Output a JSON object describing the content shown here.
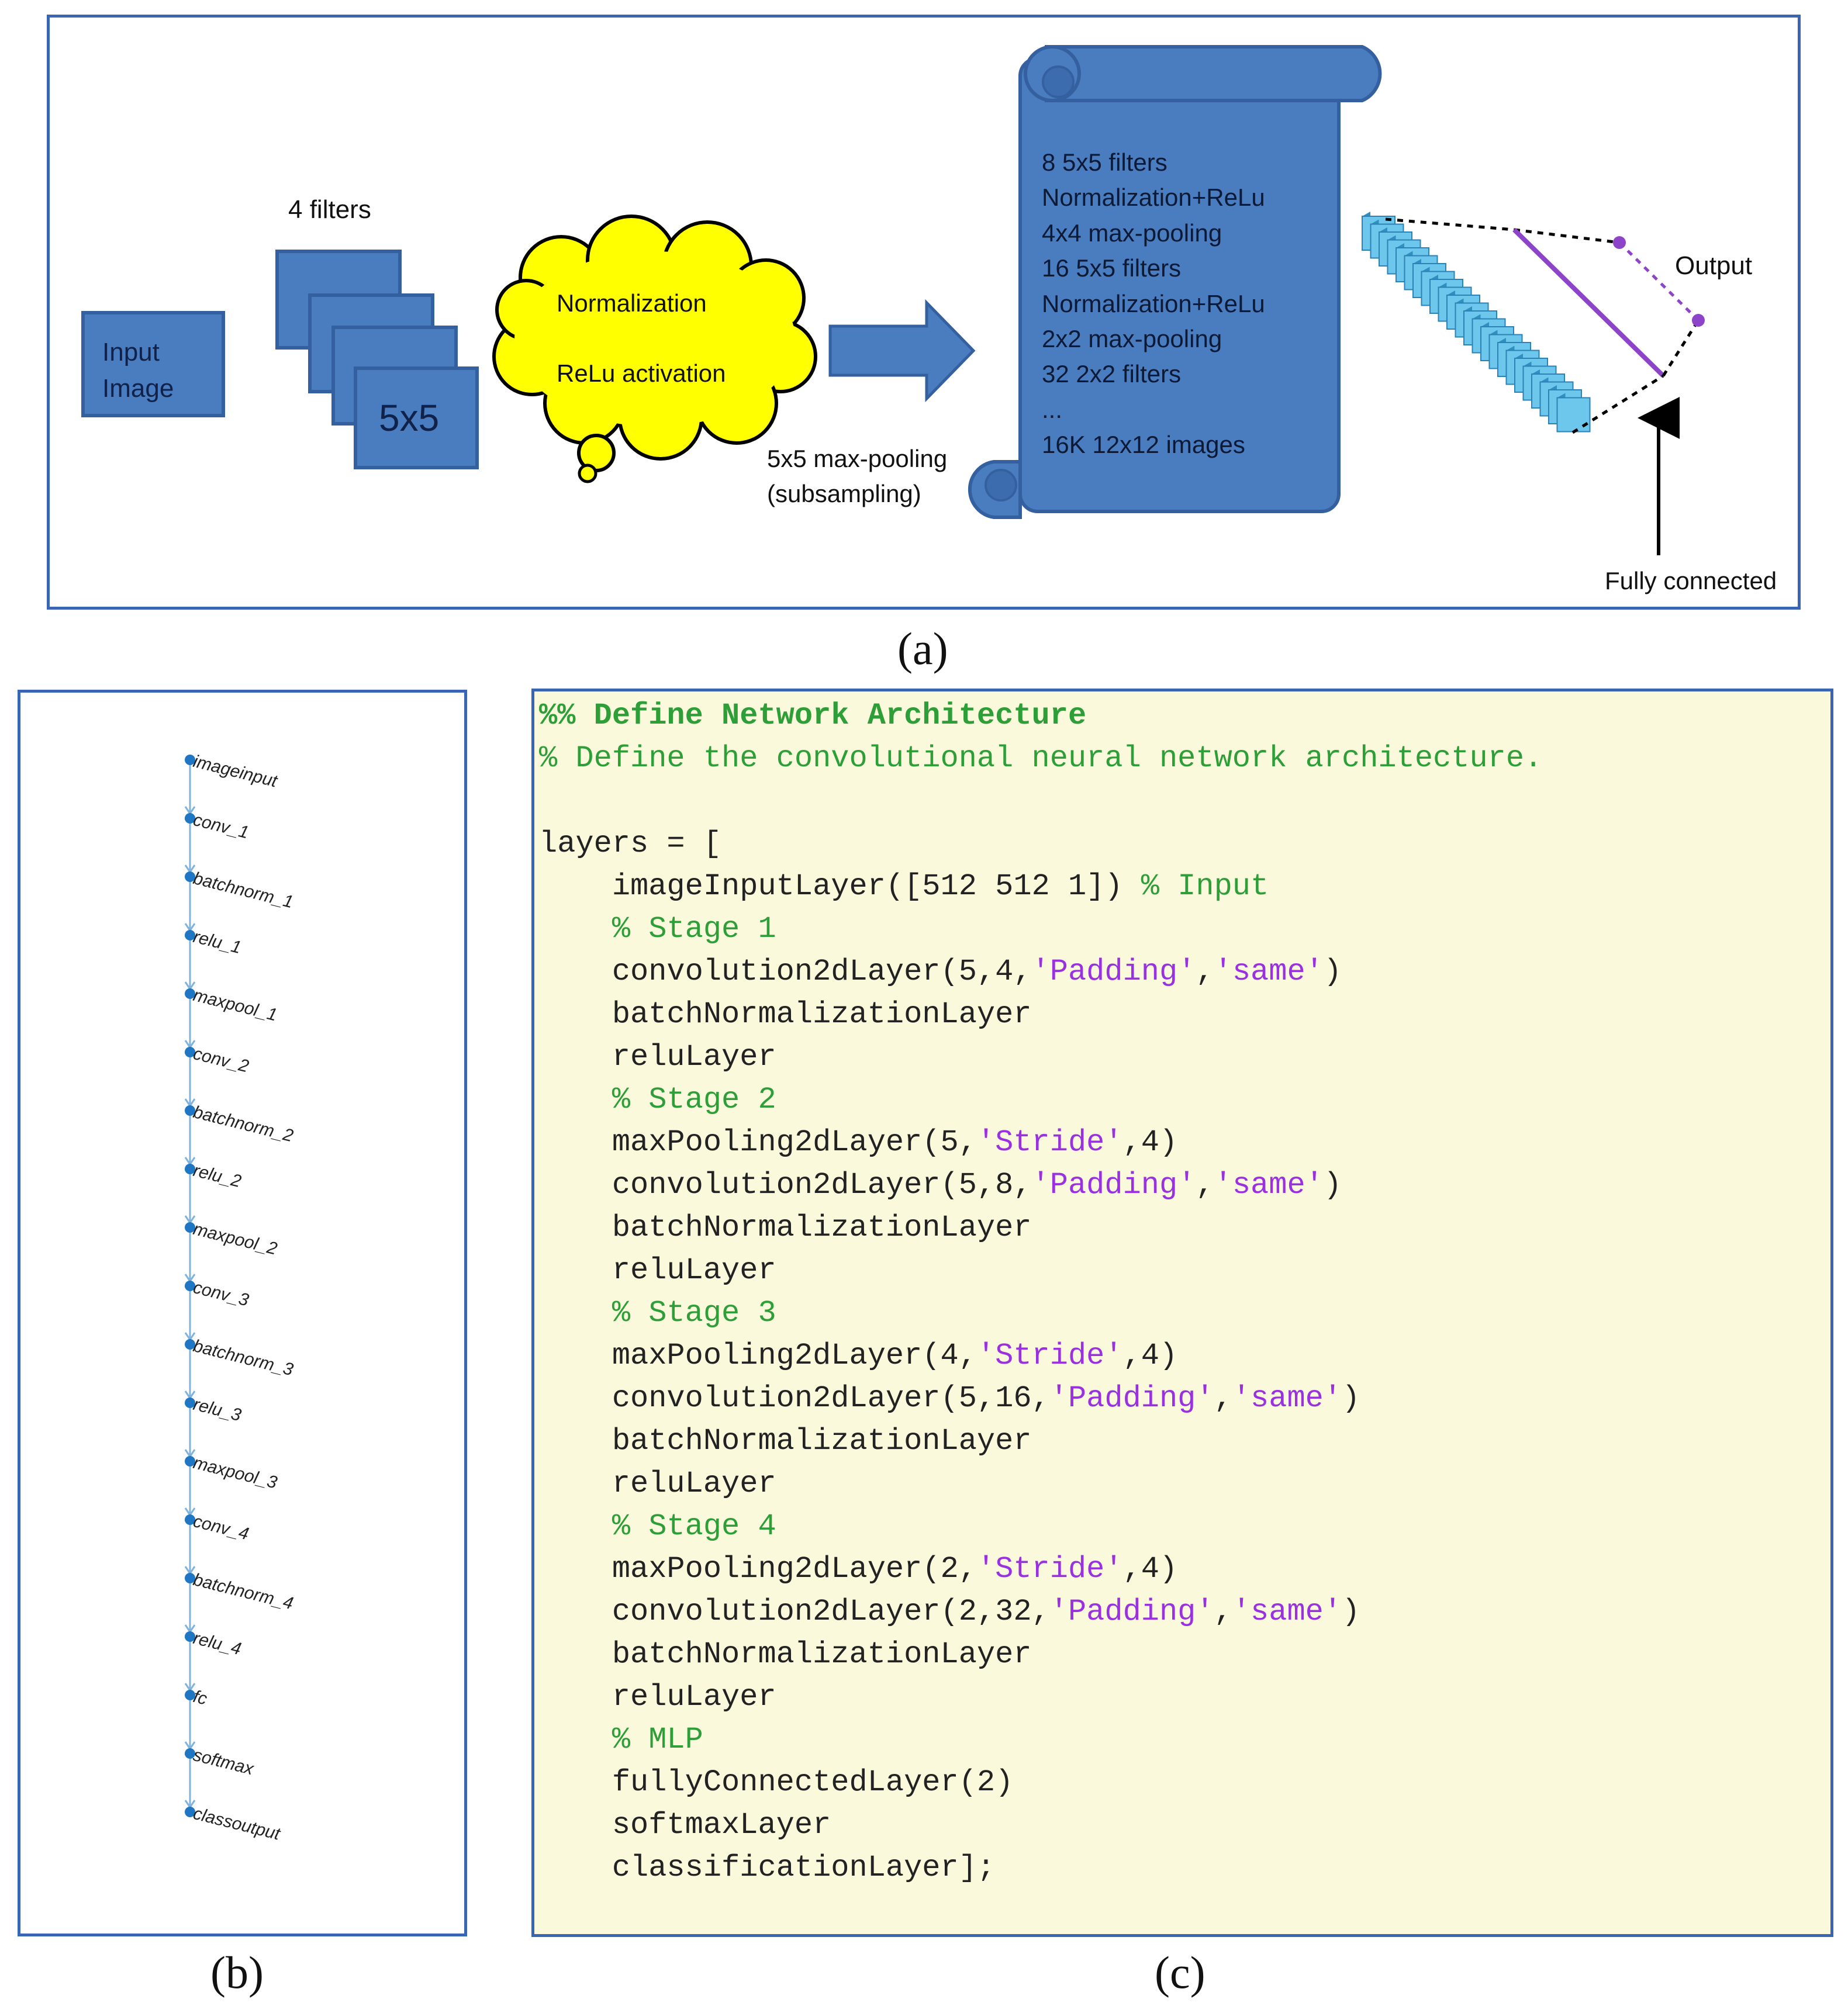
{
  "captions": {
    "a": "(a)",
    "b": "(b)",
    "c": "(c)"
  },
  "panel_a": {
    "input_image": [
      "Input",
      "Image"
    ],
    "filters_label": "4 filters",
    "kernel_label": "5x5",
    "cloud_lines": [
      "Normalization",
      "ReLu activation"
    ],
    "pooling_lines": [
      "5x5 max-pooling",
      "(subsampling)"
    ],
    "scroll_lines": [
      "8 5x5 filters",
      "Normalization+ReLu",
      "4x4 max-pooling",
      "16 5x5 filters",
      "Normalization+ReLu",
      "2x2 max-pooling",
      "32 2x2 filters",
      "...",
      "16K 12x12 images"
    ],
    "output_label": "Output",
    "fc_label": "Fully connected",
    "colors": {
      "box_fill": "#4a7cc0",
      "box_stroke": "#35609f",
      "cloud_fill": "#ffff00",
      "fc_line": "#8e44c9",
      "frame": "#3a64b4"
    }
  },
  "panel_b": {
    "layers": [
      "imageinput",
      "conv_1",
      "batchnorm_1",
      "relu_1",
      "maxpool_1",
      "conv_2",
      "batchnorm_2",
      "relu_2",
      "maxpool_2",
      "conv_3",
      "batchnorm_3",
      "relu_3",
      "maxpool_3",
      "conv_4",
      "batchnorm_4",
      "relu_4",
      "fc",
      "softmax",
      "classoutput"
    ],
    "colors": {
      "node": "#1f77c4",
      "edge": "#7fb2dc"
    }
  },
  "panel_c": {
    "lines": [
      [
        {
          "t": "%% Define Network Architecture",
          "c": "green",
          "b": true
        }
      ],
      [
        {
          "t": "% Define the convolutional neural network architecture.",
          "c": "green"
        }
      ],
      [],
      [
        {
          "t": "layers = [",
          "c": "black"
        }
      ],
      [
        {
          "t": "    imageInputLayer([512 512 1]) ",
          "c": "black"
        },
        {
          "t": "% Input",
          "c": "green"
        }
      ],
      [
        {
          "t": "    % Stage 1",
          "c": "green"
        }
      ],
      [
        {
          "t": "    convolution2dLayer(5,4,",
          "c": "black"
        },
        {
          "t": "'Padding'",
          "c": "purple"
        },
        {
          "t": ",",
          "c": "black"
        },
        {
          "t": "'same'",
          "c": "purple"
        },
        {
          "t": ")",
          "c": "black"
        }
      ],
      [
        {
          "t": "    batchNormalizationLayer",
          "c": "black"
        }
      ],
      [
        {
          "t": "    reluLayer",
          "c": "black"
        }
      ],
      [
        {
          "t": "    % Stage 2",
          "c": "green"
        }
      ],
      [
        {
          "t": "    maxPooling2dLayer(5,",
          "c": "black"
        },
        {
          "t": "'Stride'",
          "c": "purple"
        },
        {
          "t": ",4)",
          "c": "black"
        }
      ],
      [
        {
          "t": "    convolution2dLayer(5,8,",
          "c": "black"
        },
        {
          "t": "'Padding'",
          "c": "purple"
        },
        {
          "t": ",",
          "c": "black"
        },
        {
          "t": "'same'",
          "c": "purple"
        },
        {
          "t": ")",
          "c": "black"
        }
      ],
      [
        {
          "t": "    batchNormalizationLayer",
          "c": "black"
        }
      ],
      [
        {
          "t": "    reluLayer",
          "c": "black"
        }
      ],
      [
        {
          "t": "    % Stage 3",
          "c": "green"
        }
      ],
      [
        {
          "t": "    maxPooling2dLayer(4,",
          "c": "black"
        },
        {
          "t": "'Stride'",
          "c": "purple"
        },
        {
          "t": ",4)",
          "c": "black"
        }
      ],
      [
        {
          "t": "    convolution2dLayer(5,16,",
          "c": "black"
        },
        {
          "t": "'Padding'",
          "c": "purple"
        },
        {
          "t": ",",
          "c": "black"
        },
        {
          "t": "'same'",
          "c": "purple"
        },
        {
          "t": ")",
          "c": "black"
        }
      ],
      [
        {
          "t": "    batchNormalizationLayer",
          "c": "black"
        }
      ],
      [
        {
          "t": "    reluLayer",
          "c": "black"
        }
      ],
      [
        {
          "t": "    % Stage 4",
          "c": "green"
        }
      ],
      [
        {
          "t": "    maxPooling2dLayer(2,",
          "c": "black"
        },
        {
          "t": "'Stride'",
          "c": "purple"
        },
        {
          "t": ",4)",
          "c": "black"
        }
      ],
      [
        {
          "t": "    convolution2dLayer(2,32,",
          "c": "black"
        },
        {
          "t": "'Padding'",
          "c": "purple"
        },
        {
          "t": ",",
          "c": "black"
        },
        {
          "t": "'same'",
          "c": "purple"
        },
        {
          "t": ")",
          "c": "black"
        }
      ],
      [
        {
          "t": "    batchNormalizationLayer",
          "c": "black"
        }
      ],
      [
        {
          "t": "    reluLayer",
          "c": "black"
        }
      ],
      [
        {
          "t": "    % MLP",
          "c": "green"
        }
      ],
      [
        {
          "t": "    fullyConnectedLayer(2)",
          "c": "black"
        }
      ],
      [
        {
          "t": "    softmaxLayer",
          "c": "black"
        }
      ],
      [
        {
          "t": "    classificationLayer];",
          "c": "black"
        }
      ]
    ],
    "colors": {
      "background": "#fbf9dc",
      "comment": "#2e9e38",
      "string": "#9a31e0",
      "text": "#222222"
    }
  }
}
